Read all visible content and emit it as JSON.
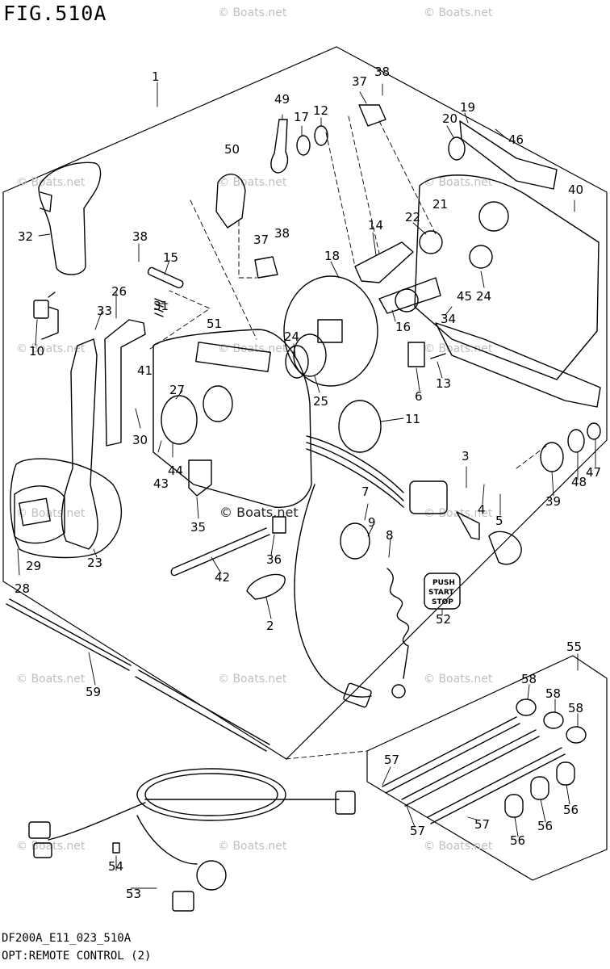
{
  "figure": {
    "title": "FIG.510A",
    "code": "DF200A_E11_023_510A",
    "caption": "OPT:REMOTE CONTROL (2)"
  },
  "watermark": {
    "text": "© Boats.net"
  },
  "push_button": {
    "line1": "PUSH",
    "line2": "START",
    "line3": "STOP"
  },
  "callouts": [
    "1",
    "2",
    "3",
    "4",
    "5",
    "6",
    "7",
    "8",
    "9",
    "10",
    "11",
    "12",
    "13",
    "14",
    "15",
    "16",
    "17",
    "18",
    "19",
    "20",
    "21",
    "22",
    "23",
    "24",
    "24",
    "25",
    "26",
    "27",
    "28",
    "29",
    "30",
    "31",
    "32",
    "33",
    "34",
    "35",
    "36",
    "37",
    "37",
    "38",
    "38",
    "38",
    "39",
    "40",
    "41",
    "42",
    "43",
    "44",
    "45",
    "46",
    "47",
    "48",
    "49",
    "50",
    "51",
    "52",
    "53",
    "54",
    "55",
    "56",
    "56",
    "56",
    "57",
    "57",
    "57",
    "58",
    "58",
    "58",
    "59"
  ]
}
